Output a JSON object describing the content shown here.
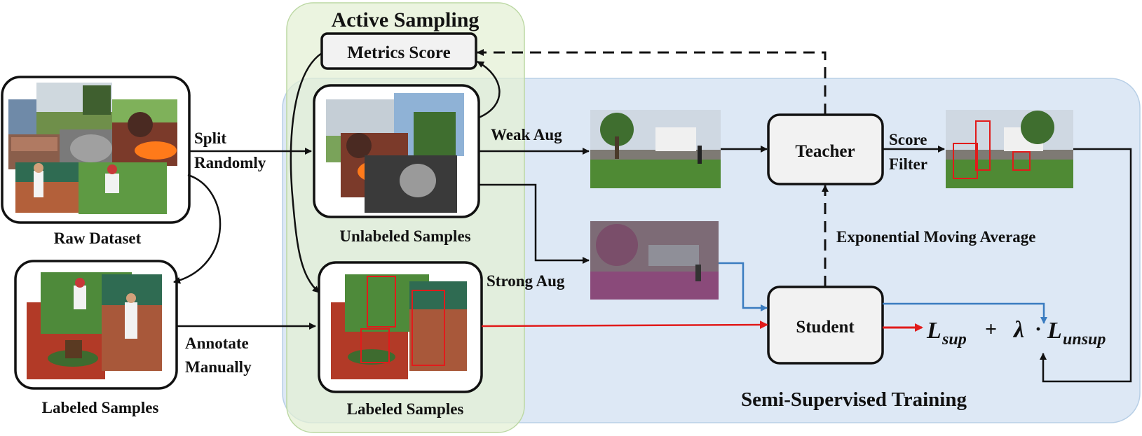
{
  "regions": {
    "active_sampling": "Active Sampling",
    "semi_supervised": "Semi-Supervised Training"
  },
  "boxes": {
    "metrics_score": "Metrics Score",
    "teacher": "Teacher",
    "student": "Student"
  },
  "captions": {
    "raw_dataset": "Raw Dataset",
    "labeled_samples_left": "Labeled Samples",
    "unlabeled_samples": "Unlabeled Samples",
    "labeled_samples_mid": "Labeled Samples"
  },
  "edges": {
    "split_line1": "Split",
    "split_line2": "Randomly",
    "annotate_line1": "Annotate",
    "annotate_line2": "Manually",
    "weak_aug": "Weak Aug",
    "strong_aug": "Strong Aug",
    "score_line1": "Score",
    "score_line2": "Filter",
    "ema": "Exponential Moving Average"
  },
  "loss": {
    "l_sup": "L",
    "sup_sub": "sup",
    "plus": "+",
    "lambda": "λ",
    "dot": "·",
    "l_unsup": "L",
    "unsup_sub": "unsup"
  },
  "colors": {
    "active_fill": "#e3f0d4",
    "semi_fill": "#dde8f5",
    "supervised_arrow": "#e11b1b",
    "unsupervised_arrow": "#3a7cc0",
    "box_fill": "#f2f2f2"
  }
}
